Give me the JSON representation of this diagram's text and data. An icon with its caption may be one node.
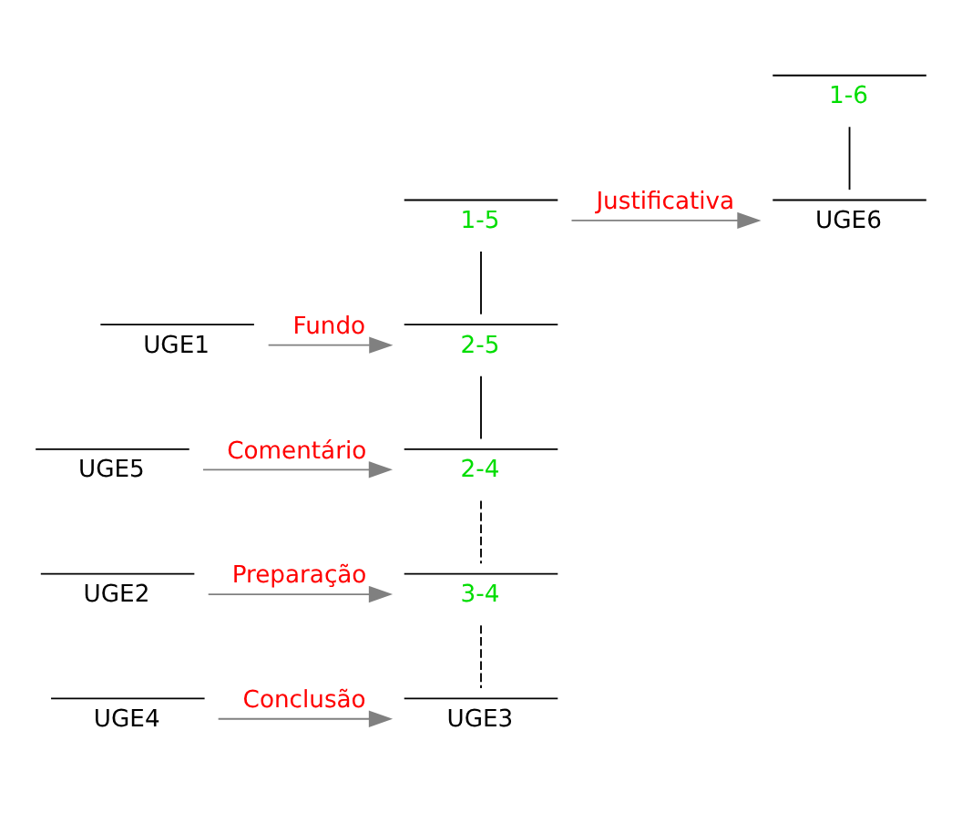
{
  "diagram": {
    "nodes": [
      {
        "text": [
          "1-6"
        ]
      },
      {
        "text": [
          "1-5"
        ]
      },
      {
        "text": [
          "UGE6"
        ]
      },
      {
        "text": [
          "UGE1"
        ]
      },
      {
        "text": [
          "2-5"
        ]
      },
      {
        "text": [
          "2-4"
        ]
      },
      {
        "text": [
          "UGE5"
        ]
      },
      {
        "text": [
          "UGE2"
        ]
      },
      {
        "text": [
          "3-4"
        ]
      },
      {
        "text": [
          "UGE3"
        ]
      },
      {
        "text": [
          "UGE4"
        ]
      }
    ],
    "edges": [
      {
        "from": 0,
        "to": 2,
        "arrow": "none"
      },
      {
        "from": 1,
        "to": 2,
        "arrow": "to",
        "label": "Justificativa",
        "color": "#808080"
      },
      {
        "from": 1,
        "to": 4,
        "arrow": "none"
      },
      {
        "from": 3,
        "to": 4,
        "arrow": "to",
        "label": "Fundo",
        "color": "#808080"
      },
      {
        "from": 4,
        "to": 5,
        "arrow": "none"
      },
      {
        "from": 6,
        "to": 5,
        "arrow": "to",
        "label": "Comentário",
        "color": "#808080"
      },
      {
        "from": 5,
        "to": 8,
        "arrow": "none",
        "style": "dashed"
      },
      {
        "from": 7,
        "to": 8,
        "arrow": "to",
        "label": "Preparação",
        "color": "#808080"
      },
      {
        "from": 8,
        "to": 9,
        "arrow": "none",
        "style": "dashed"
      },
      {
        "from": 10,
        "to": 9,
        "arrow": "to",
        "label": "Conclusão",
        "color": "#808080"
      }
    ]
  }
}
